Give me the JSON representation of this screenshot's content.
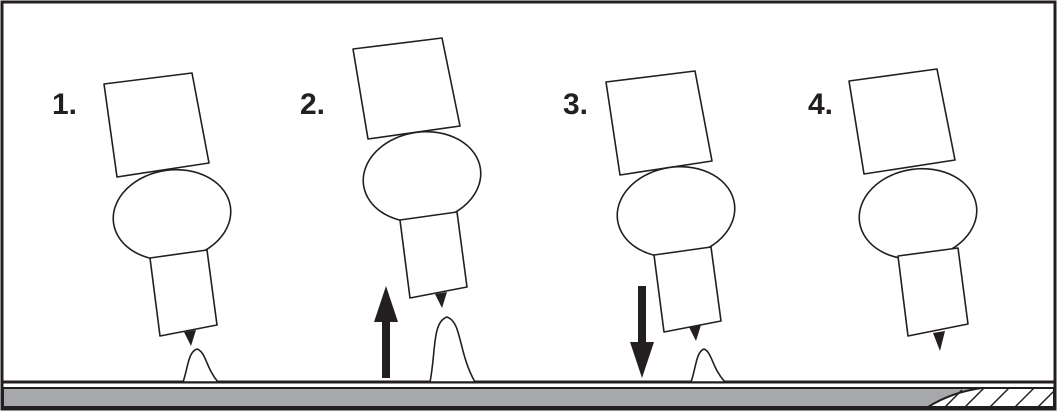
{
  "figure": {
    "colors": {
      "line": "#231f20",
      "workpiece": "#a6a8ab",
      "background": "#ffffff"
    },
    "steps": [
      {
        "label": "1.",
        "arrow": "none"
      },
      {
        "label": "2.",
        "arrow": "up"
      },
      {
        "label": "3.",
        "arrow": "down"
      },
      {
        "label": "4.",
        "arrow": "none"
      }
    ]
  }
}
